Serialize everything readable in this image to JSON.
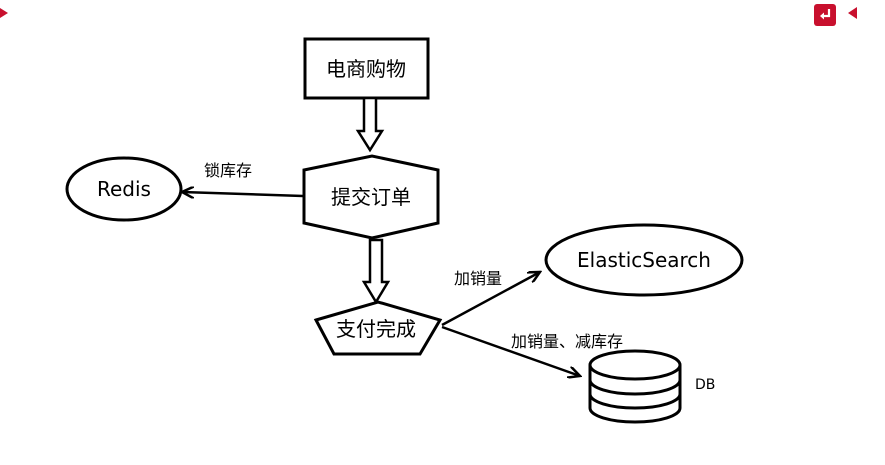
{
  "diagram": {
    "nodes": {
      "shop": {
        "label": "电商购物",
        "shape": "rectangle"
      },
      "submit": {
        "label": "提交订单",
        "shape": "hexagon"
      },
      "redis": {
        "label": "Redis",
        "shape": "ellipse"
      },
      "pay": {
        "label": "支付完成",
        "shape": "pentagon"
      },
      "es": {
        "label": "ElasticSearch",
        "shape": "ellipse"
      },
      "db": {
        "label": "DB",
        "shape": "cylinder"
      }
    },
    "edges": {
      "submit_to_redis": {
        "label": "锁库存"
      },
      "pay_to_es": {
        "label": "加销量"
      },
      "pay_to_db": {
        "label": "加销量、减库存"
      }
    }
  },
  "colors": {
    "stroke": "#000000",
    "corner_accent": "#c8102e"
  },
  "icons": [
    "chevron-right-icon",
    "return-icon",
    "chevron-left-icon"
  ]
}
